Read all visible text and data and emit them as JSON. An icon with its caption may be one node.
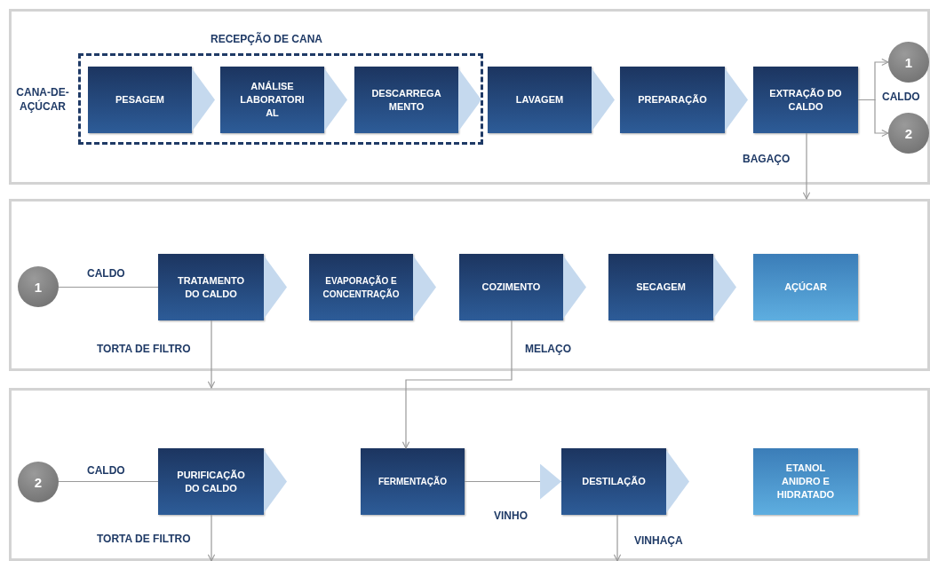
{
  "diagram": {
    "nodes": [
      {
        "text": [],
        "shape": "box"
      },
      {
        "text": [
          "RECEPÇÃO DE CANA"
        ],
        "in": 0
      },
      {
        "text": [
          "PESAGEM"
        ],
        "in": 1
      },
      {
        "text": [
          "ANÁLISE LABORATORI AL"
        ],
        "in": 1
      },
      {
        "text": [
          "DESCARREGA MENTO"
        ],
        "in": 1
      },
      {
        "text": [
          "LAVAGEM"
        ],
        "in": 0
      },
      {
        "text": [
          "PREPARAÇÃO"
        ],
        "in": 0
      },
      {
        "text": [
          "EXTRAÇÃO DO CALDO"
        ],
        "in": 0
      },
      {
        "text": [
          "1"
        ],
        "in": 0
      },
      {
        "text": [
          "2"
        ],
        "in": 0
      },
      {
        "text": [],
        "shape": "box"
      },
      {
        "text": [
          "1"
        ],
        "in": 10
      },
      {
        "text": [
          "TRATAMENTO DO CALDO"
        ],
        "in": 10
      },
      {
        "text": [
          "EVAPORAÇÃO E CONCENTRAÇÃO"
        ],
        "in": 10
      },
      {
        "text": [
          "COZIMENTO"
        ],
        "in": 10
      },
      {
        "text": [
          "SECAGEM"
        ],
        "in": 10
      },
      {
        "text": [
          "AÇÚCAR"
        ],
        "in": 10
      },
      {
        "text": [],
        "shape": "box"
      },
      {
        "text": [
          "2"
        ],
        "in": 17
      },
      {
        "text": [
          "PURIFICAÇÃO DO CALDO"
        ],
        "in": 17
      },
      {
        "text": [
          "FERMENTAÇÃO"
        ],
        "in": 17
      },
      {
        "text": [
          "DESTILAÇÃO"
        ],
        "in": 17
      },
      {
        "text": [
          "ETANOL ANIDRO E HIDRATADO"
        ],
        "in": 17
      }
    ],
    "edges": [
      {
        "from": 2,
        "to": 3,
        "arrow": "to",
        "style": "thick"
      },
      {
        "from": 3,
        "to": 4,
        "arrow": "to",
        "style": "thick"
      },
      {
        "from": 4,
        "to": 5,
        "arrow": "to",
        "style": "thick"
      },
      {
        "from": 5,
        "to": 6,
        "arrow": "to",
        "style": "thick"
      },
      {
        "from": 6,
        "to": 7,
        "arrow": "to",
        "style": "thick"
      },
      {
        "from": 7,
        "to": 8,
        "arrow": "to"
      },
      {
        "from": 7,
        "to": 9,
        "arrow": "to"
      },
      {
        "from": 7,
        "to": 10,
        "arrow": "to",
        "label": "BAGAÇO"
      },
      {
        "from": 11,
        "to": 12,
        "arrow": "none",
        "label": "CALDO"
      },
      {
        "from": 12,
        "to": 13,
        "arrow": "to",
        "style": "thick"
      },
      {
        "from": 13,
        "to": 14,
        "arrow": "to",
        "style": "thick"
      },
      {
        "from": 14,
        "to": 15,
        "arrow": "to",
        "style": "thick"
      },
      {
        "from": 15,
        "to": 16,
        "arrow": "to",
        "style": "thick"
      },
      {
        "from": 12,
        "to": 17,
        "arrow": "to",
        "label": "TORTA DE FILTRO"
      },
      {
        "from": 14,
        "to": 20,
        "arrow": "to",
        "label": "MELAÇO"
      },
      {
        "from": 18,
        "to": 19,
        "arrow": "none",
        "label": "CALDO"
      },
      {
        "from": 19,
        "to": null,
        "arrow": "to",
        "style": "thick"
      },
      {
        "from": 20,
        "to": 21,
        "arrow": "to",
        "label": "VINHO"
      },
      {
        "from": 21,
        "to": null,
        "arrow": "to",
        "style": "thick"
      },
      {
        "from": 19,
        "to": null,
        "arrow": "to",
        "label": "TORTA DE FILTRO"
      },
      {
        "from": 21,
        "to": null,
        "arrow": "to",
        "label": "VINHAÇA"
      }
    ],
    "labels": [
      "CANA-DE-AÇÚCAR",
      "CALDO"
    ]
  }
}
